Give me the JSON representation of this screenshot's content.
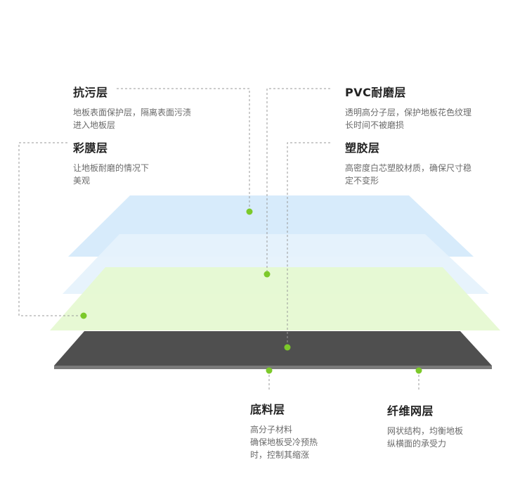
{
  "layers": {
    "antifouling": {
      "title": "抗污层",
      "desc": [
        "地板表面保护层，隔离表面污渍",
        "进入地板层"
      ]
    },
    "color_film": {
      "title": "彩膜层",
      "desc": [
        "让地板耐磨的情况下",
        "美观"
      ]
    },
    "pvc_wear": {
      "title": "PVC耐磨层",
      "desc": [
        "透明高分子层，保护地板花色纹理",
        "长时间不被磨损"
      ]
    },
    "plastic": {
      "title": "塑胶层",
      "desc": [
        "高密度白芯塑胶材质，确保尺寸稳",
        "定不变形"
      ]
    },
    "base": {
      "title": "底料层",
      "desc": [
        "高分子材料",
        "确保地板受冷预热",
        "时，控制其缩涨"
      ]
    },
    "fiber": {
      "title": "纤维网层",
      "desc": [
        "网状结构，均衡地板",
        "纵横面的承受力"
      ]
    }
  },
  "colors": {
    "blue_layer": "#d7ebfb",
    "blue_layer_2": "#e6f2fc",
    "green_layer": "#e6f9d2",
    "dark_layer": "#4f4f4f",
    "marker": "#7cc92a",
    "leader_line": "#9a9a9a"
  }
}
